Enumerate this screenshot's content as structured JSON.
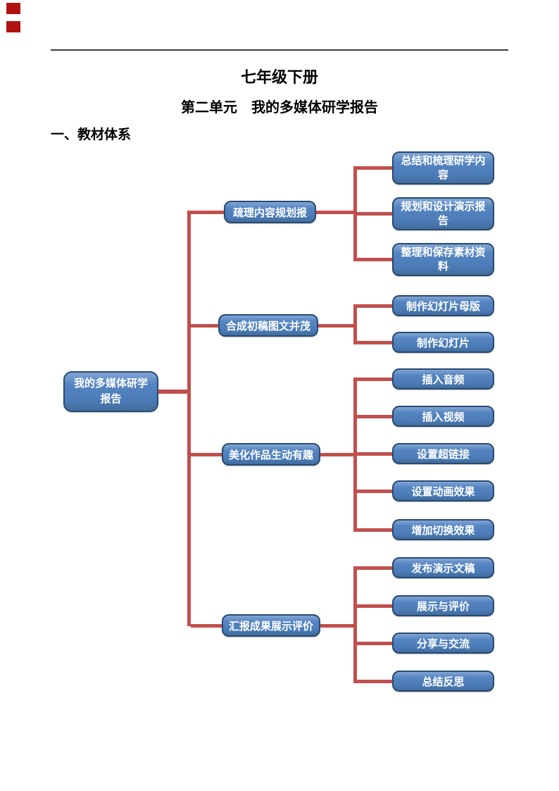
{
  "page": {
    "title": "七年级下册",
    "subtitle": "第二单元　我的多媒体研学报告",
    "section_heading": "一、教材体系"
  },
  "colors": {
    "node_fill": "#4f81bd",
    "node_border": "#294a72",
    "node_text": "#ffffff",
    "connector": "#c0504d",
    "corner_stamp": "#b01212",
    "divider": "#3c3c3c"
  },
  "diagram": {
    "root": {
      "label": "我的多媒体研学\n报告"
    },
    "branches": [
      {
        "label": "疏理内容规划报",
        "children": [
          {
            "label": "总结和梳理研学内\n容"
          },
          {
            "label": "规划和设计演示报\n告"
          },
          {
            "label": "整理和保存素材资\n料"
          }
        ]
      },
      {
        "label": "合成初稿图文并茂",
        "children": [
          {
            "label": "制作幻灯片母版"
          },
          {
            "label": "制作幻灯片"
          }
        ]
      },
      {
        "label": "美化作品生动有趣",
        "children": [
          {
            "label": "插入音频"
          },
          {
            "label": "插入视频"
          },
          {
            "label": "设置超链接"
          },
          {
            "label": "设置动画效果"
          },
          {
            "label": "增加切换效果"
          }
        ]
      },
      {
        "label": "汇报成果展示评价",
        "children": [
          {
            "label": "发布演示文稿"
          },
          {
            "label": "展示与评价"
          },
          {
            "label": "分享与交流"
          },
          {
            "label": "总结反思"
          }
        ]
      }
    ]
  }
}
